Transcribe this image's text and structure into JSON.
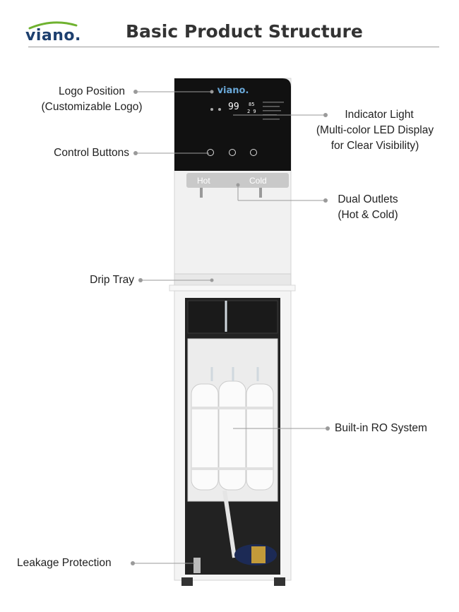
{
  "header": {
    "brand": "viano.",
    "title": "Basic Product Structure"
  },
  "machine": {
    "panel_brand": "viano.",
    "display_temp": "99",
    "display_right_top": "85",
    "display_right_bottom": "2 9",
    "outlet_hot": "Hot",
    "outlet_cold": "Cold"
  },
  "callouts": {
    "logo_position": {
      "line1": "Logo Position",
      "line2": "(Customizable Logo)"
    },
    "control_buttons": {
      "line1": "Control Buttons"
    },
    "indicator_light": {
      "line1": "Indicator Light",
      "line2": "(Multi-color LED Display",
      "line3": "for Clear Visibility)"
    },
    "dual_outlets": {
      "line1": "Dual Outlets",
      "line2": "(Hot & Cold)"
    },
    "drip_tray": {
      "line1": "Drip Tray"
    },
    "ro_system": {
      "line1": "Built-in RO System"
    },
    "leakage_protection": {
      "line1": "Leakage Protection"
    }
  },
  "colors": {
    "brand_blue": "#1d3f6e",
    "brand_green": "#6fb22f",
    "panel_black": "#111111",
    "body_white": "#f3f3f3",
    "leader_gray": "#9a9a9a"
  }
}
